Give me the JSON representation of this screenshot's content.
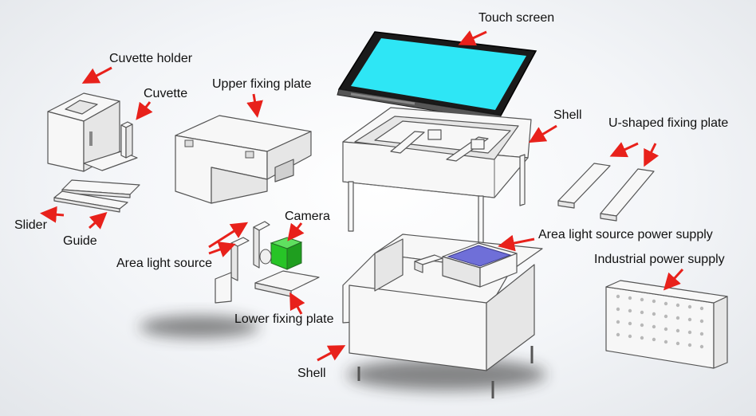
{
  "labels": {
    "touch_screen": "Touch screen",
    "cuvette_holder": "Cuvette holder",
    "upper_fixing_plate": "Upper fixing plate",
    "cuvette": "Cuvette",
    "shell_top": "Shell",
    "u_shaped_fixing_plate": "U-shaped fixing plate",
    "camera": "Camera",
    "slider": "Slider",
    "guide": "Guide",
    "area_light_source": "Area light source",
    "area_light_source_power_supply": "Area light source power supply",
    "industrial_power_supply": "Industrial power supply",
    "lower_fixing_plate": "Lower fixing plate",
    "shell_bottom": "Shell"
  },
  "colors": {
    "arrow": "#e8211b",
    "screen": "#2ee6f5",
    "light_panel": "#6f6fd8",
    "camera": "#27c427",
    "background": "#eef1f4"
  }
}
